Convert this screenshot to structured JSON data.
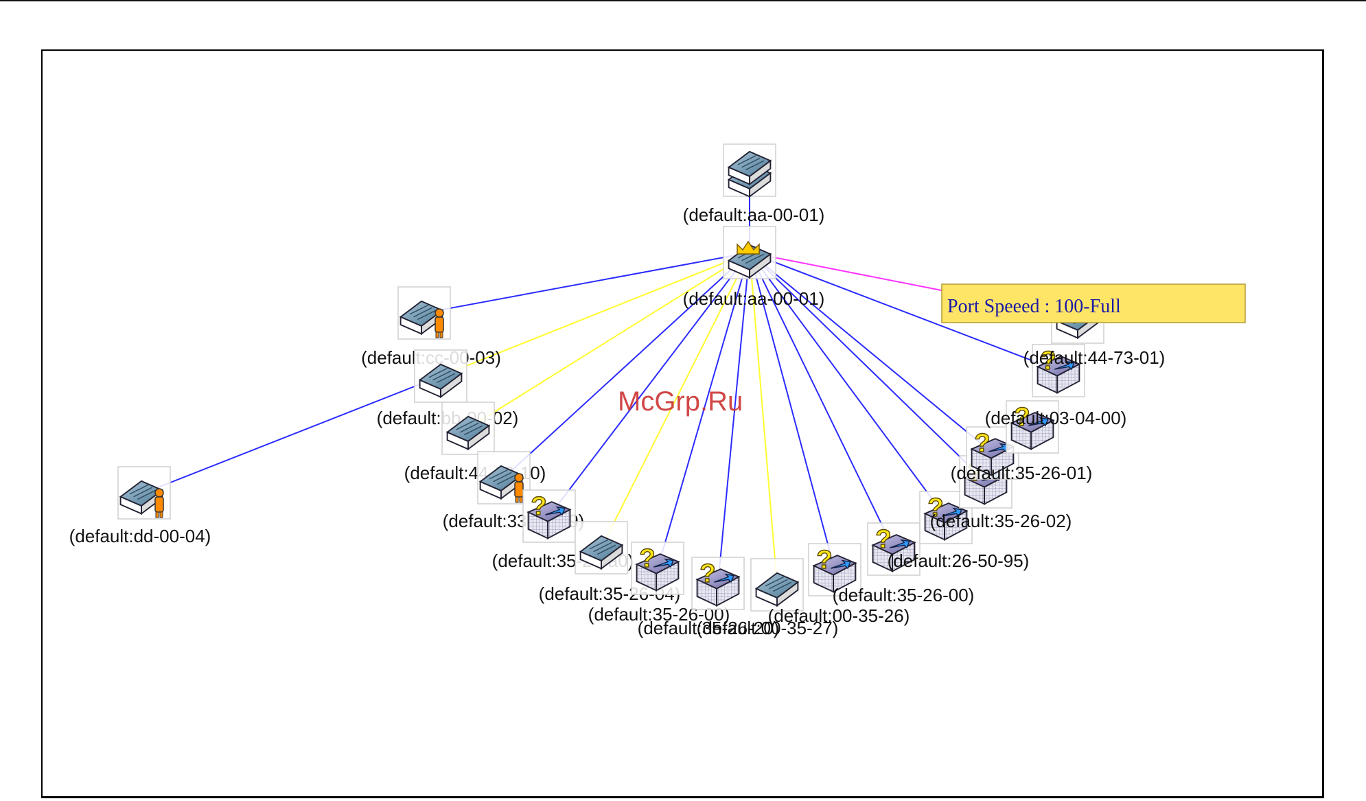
{
  "watermark": "McGrp.Ru",
  "tooltip": {
    "text": "Port Speeed : 100-Full"
  },
  "colors": {
    "link_standard": "#2b2bff",
    "link_yellow": "#ffff2e",
    "link_magenta": "#ff33ff",
    "tooltip_bg": "#ffe566",
    "switch_face": "#6f98b4",
    "unknown_face": "#8a86b8",
    "question_mark": "#ffe51a",
    "crown": "#ffcc00",
    "person": "#ff8a00"
  },
  "nodes": [
    {
      "id": "n-top",
      "label": "(default:aa-00-01)",
      "icon": "stacked-switch-icon"
    },
    {
      "id": "n-root",
      "label": "(default:aa-00-01)",
      "icon": "root-switch-crown-icon"
    },
    {
      "id": "n-cc",
      "label": "(default:cc-00-03)",
      "icon": "switch-user-icon"
    },
    {
      "id": "n-bb",
      "label": "(default:bb-00-02)",
      "icon": "switch-icon"
    },
    {
      "id": "n-44",
      "label": "(default:44-00-10)",
      "icon": "switch-icon"
    },
    {
      "id": "n-33",
      "label": "(default:33-00-09)",
      "icon": "switch-user-icon"
    },
    {
      "id": "n-dd",
      "label": "(default:dd-00-04)",
      "icon": "switch-user-icon"
    },
    {
      "id": "n-35a0",
      "label": "(default:35-26-a0)",
      "icon": "unknown-device-icon"
    },
    {
      "id": "n-3504",
      "label": "(default:35-26-04)",
      "icon": "switch-icon"
    },
    {
      "id": "n-3500a",
      "label": "(default:35-26-00)",
      "icon": "unknown-device-icon"
    },
    {
      "id": "n-3520",
      "label": "(default:35-26-20)",
      "icon": "unknown-device-icon"
    },
    {
      "id": "n-3527",
      "label": "(default:00-35-27)",
      "icon": "switch-icon"
    },
    {
      "id": "n-3526",
      "label": "(default:00-35-26)",
      "icon": "unknown-device-icon"
    },
    {
      "id": "n-3500b",
      "label": "(default:35-26-00)",
      "icon": "unknown-device-icon"
    },
    {
      "id": "n-2695",
      "label": "(default:26-50-95)",
      "icon": "unknown-device-icon"
    },
    {
      "id": "n-3502",
      "label": "(default:35-26-02)",
      "icon": "unknown-device-icon"
    },
    {
      "id": "n-3501",
      "label": "(default:35-26-01)",
      "icon": "unknown-device-icon"
    },
    {
      "id": "n-0304",
      "label": "(default:03-04-00)",
      "icon": "unknown-device-icon"
    },
    {
      "id": "n-4473",
      "label": "(default:44-73-01)",
      "icon": "unknown-device-icon"
    },
    {
      "id": "n-hidden",
      "label": "",
      "icon": "switch-icon"
    }
  ]
}
